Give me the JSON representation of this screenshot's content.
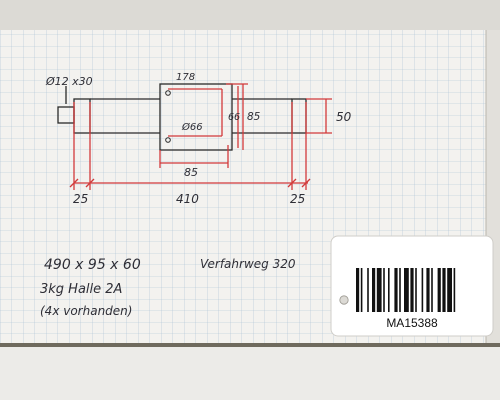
{
  "drawing": {
    "shaft_dim": "Ø12 x30",
    "slot_width": "178",
    "hole_spacing": "85",
    "bore_label": "Ø66",
    "height_inner": "66",
    "height_outer": "85",
    "flange_height": "50",
    "left_end": "25",
    "body_length": "410",
    "right_end": "25"
  },
  "notes": {
    "line1": "490 x 95 x 60",
    "line2": "3kg  Halle 2A",
    "line3": "(4x vorhanden)",
    "travel": "Verfahrweg 320"
  },
  "tag": {
    "id": "MA15388"
  },
  "colors": {
    "paper": "#f3f2ef",
    "grid": "#9fb8cf",
    "dim_ink": "#d23a3a",
    "pencil": "#2a2a2a",
    "tag": "#ffffff"
  }
}
